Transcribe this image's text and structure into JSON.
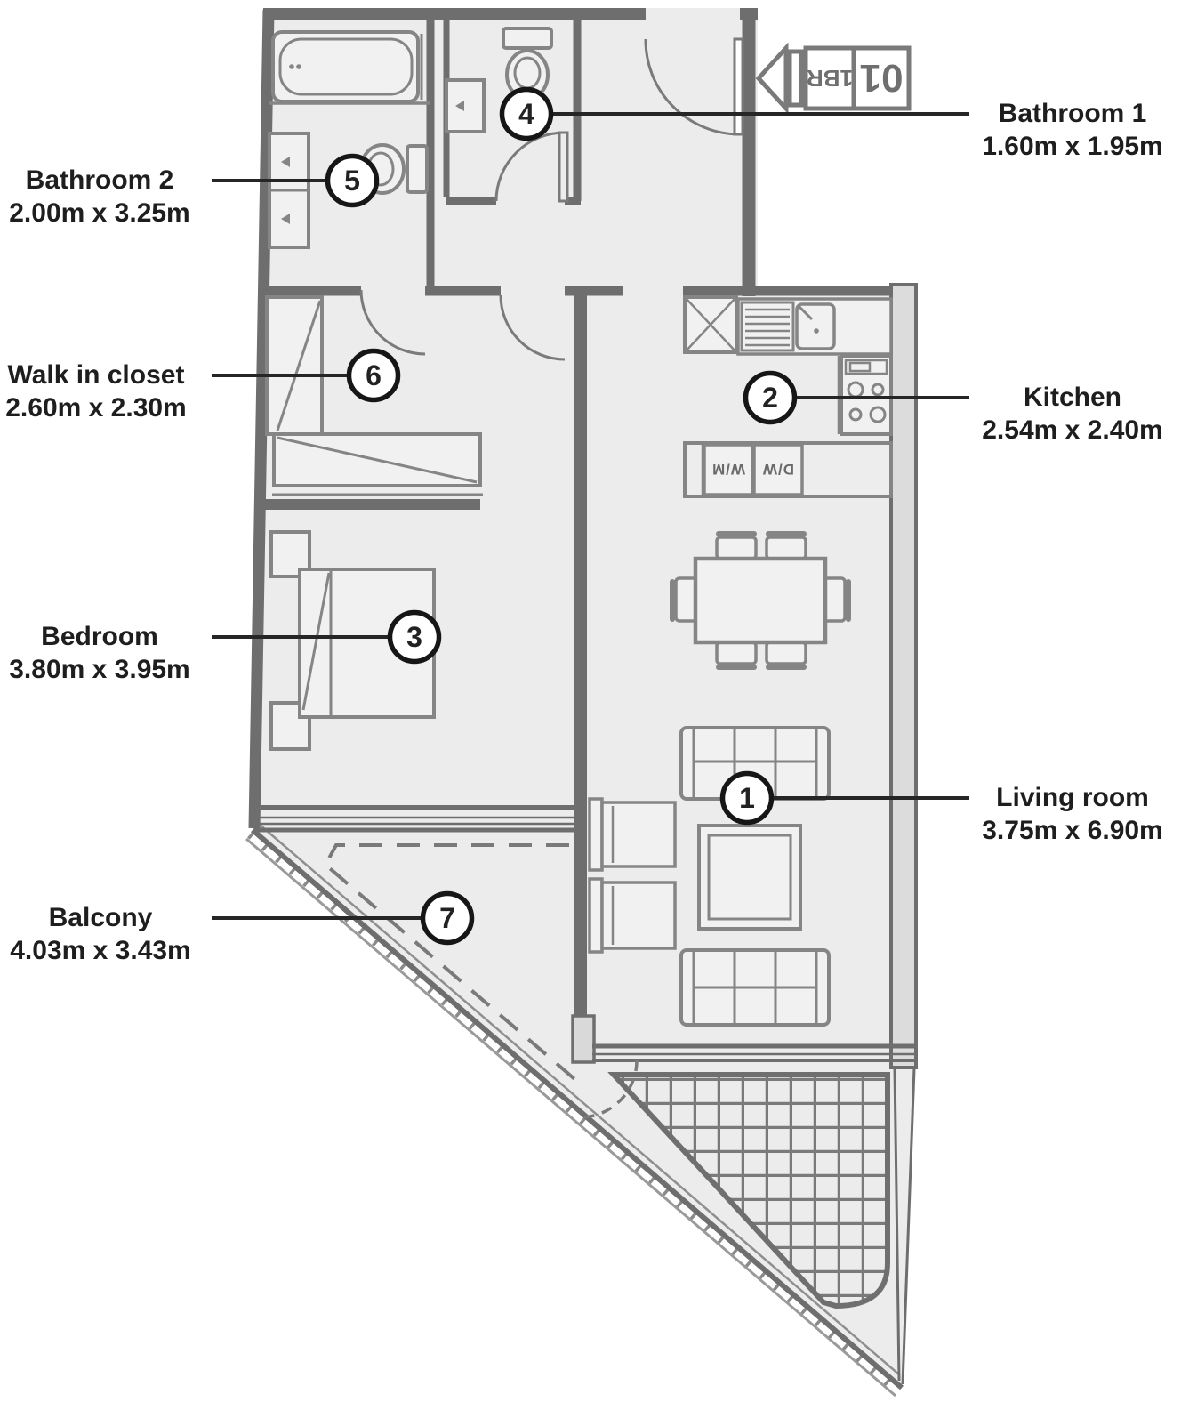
{
  "unit_sign": {
    "number": "01",
    "type": "1BR"
  },
  "appliance_labels": {
    "washing_machine": "W/M",
    "dishwasher": "D/W"
  },
  "rooms": [
    {
      "number": "1",
      "name": "Living room",
      "dimensions": "3.75m x 6.90m",
      "label_side": "right"
    },
    {
      "number": "2",
      "name": "Kitchen",
      "dimensions": "2.54m x 2.40m",
      "label_side": "right"
    },
    {
      "number": "3",
      "name": "Bedroom",
      "dimensions": "3.80m x 3.95m",
      "label_side": "left"
    },
    {
      "number": "4",
      "name": "Bathroom 1",
      "dimensions": "1.60m x 1.95m",
      "label_side": "right"
    },
    {
      "number": "5",
      "name": "Bathroom 2",
      "dimensions": "2.00m x 3.25m",
      "label_side": "left"
    },
    {
      "number": "6",
      "name": "Walk in closet",
      "dimensions": "2.60m x 2.30m",
      "label_side": "left"
    },
    {
      "number": "7",
      "name": "Balcony",
      "dimensions": "4.03m x 3.43m",
      "label_side": "left"
    }
  ],
  "colors": {
    "background": "#ffffff",
    "floor": "#ececec",
    "wall": "#6e6e6e",
    "furniture_line": "#858585",
    "callout_line": "#262626",
    "text": "#1e1e1e"
  }
}
